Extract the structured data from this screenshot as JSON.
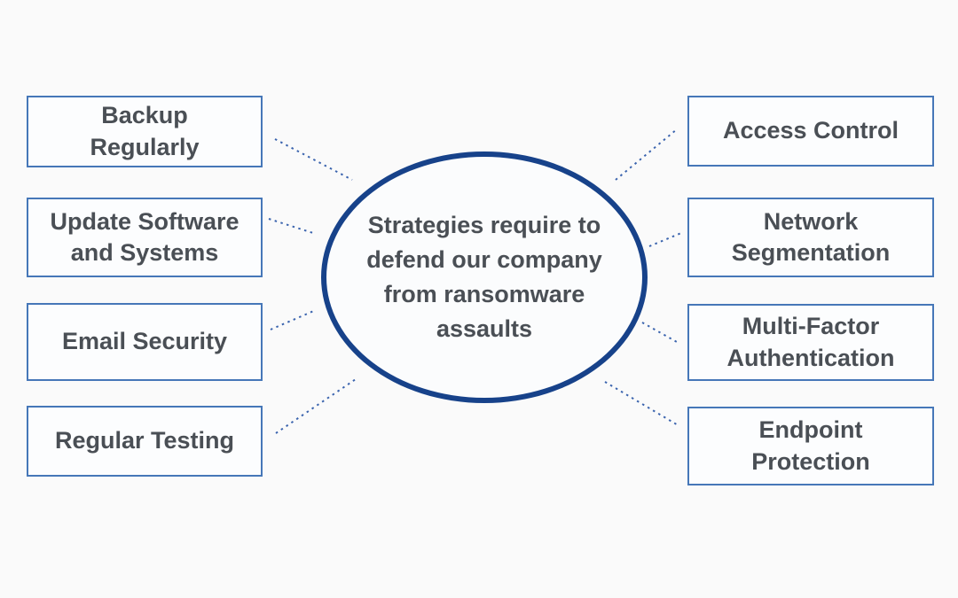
{
  "diagram_title": "Strategies require to defend our company from ransomware assaults",
  "colors": {
    "background": "#fafafa",
    "box_border": "#4677b8",
    "box_background": "#fcfdfe",
    "ellipse_border": "#17428a",
    "connector_line": "#3b64ae",
    "text": "#4a4f55"
  },
  "center": {
    "label": "Strategies require to\ndefend our company\nfrom ransomware\nassaults"
  },
  "nodes": {
    "left": [
      {
        "label": "Backup\nRegularly"
      },
      {
        "label": "Update Software\nand Systems"
      },
      {
        "label": "Email Security"
      },
      {
        "label": "Regular Testing"
      }
    ],
    "right": [
      {
        "label": "Access Control"
      },
      {
        "label": "Network\nSegmentation"
      },
      {
        "label": "Multi-Factor\nAuthentication"
      },
      {
        "label": "Endpoint\nProtection"
      }
    ]
  }
}
